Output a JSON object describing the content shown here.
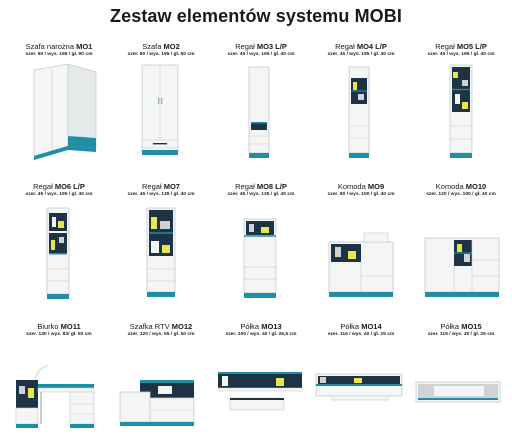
{
  "page_title": "Zestaw elementów systemu MOBI",
  "colors": {
    "body": "#f4f5f5",
    "edge": "#c8cccc",
    "accent": "#1f8fa8",
    "navy": "#1e3346",
    "yellow": "#e9e64a",
    "gray": "#cfd3d3"
  },
  "items": [
    {
      "prefix": "Szafa narożna ",
      "code": "MO1",
      "dims": "szer. 90 / wys. 195 / gł. 90 cm"
    },
    {
      "prefix": "Szafa ",
      "code": "MO2",
      "dims": "szer. 80 / wys. 195 / gł. 50 cm"
    },
    {
      "prefix": "Regał ",
      "code": "MO3 L/P",
      "dims": "szer. 45 / wys. 195 / gł. 40 cm"
    },
    {
      "prefix": "Regał ",
      "code": "MO4 L/P",
      "dims": "szer. 45 / wys. 195 / gł. 40 cm"
    },
    {
      "prefix": "Regał ",
      "code": "MO5 L/P",
      "dims": "szer. 45 / wys. 195 / gł. 40 cm"
    },
    {
      "prefix": "Regał ",
      "code": "MO6 L/P",
      "dims": "szer. 45 / wys. 195 / gł. 40 cm"
    },
    {
      "prefix": "Regał ",
      "code": "MO7",
      "dims": "szer. 45 / wys. 135 / gł. 40 cm"
    },
    {
      "prefix": "Regał ",
      "code": "MO8 L/P",
      "dims": "szer. 45 / wys. 135 / gł. 40 cm"
    },
    {
      "prefix": "Komoda ",
      "code": "MO9",
      "dims": "szer. 90 / wys. 100 / gł. 40 cm"
    },
    {
      "prefix": "Komoda ",
      "code": "MO10",
      "dims": "szer. 120 / wys. 100 / gł. 40 cm"
    },
    {
      "prefix": "Biurko ",
      "code": "MO11",
      "dims": "szer. 130 / wys. 83/ gł. 50 cm"
    },
    {
      "prefix": "Szafka RTV ",
      "code": "MO12",
      "dims": "szer. 120 / wys. 55 / gł. 50 cm"
    },
    {
      "prefix": "Półka ",
      "code": "MO13",
      "dims": "szer. 100 / wys. 40 / gł. 26,5 cm"
    },
    {
      "prefix": "Półka ",
      "code": "MO14",
      "dims": "szer. 115 / wys. 40 / gł. 25 cm"
    },
    {
      "prefix": "Półka ",
      "code": "MO15",
      "dims": "szer. 115 / wys. 30 / gł. 25 cm"
    }
  ]
}
